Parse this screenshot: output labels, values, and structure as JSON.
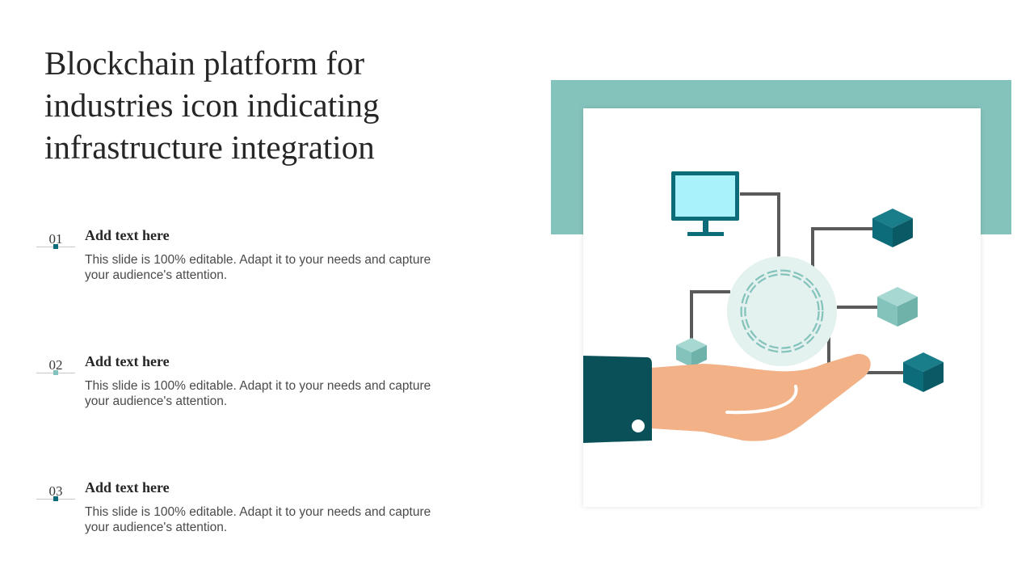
{
  "slide": {
    "title": "Blockchain platform for industries icon indicating infrastructure integration"
  },
  "items": [
    {
      "number": "01",
      "heading": "Add text here",
      "body": "This slide is 100% editable. Adapt it to your needs and capture your audience's attention.",
      "dot_color": "#0d6c7a"
    },
    {
      "number": "02",
      "heading": "Add text here",
      "body": "This slide is 100% editable. Adapt it to your needs and capture your audience's attention.",
      "dot_color": "#84c3bb"
    },
    {
      "number": "03",
      "heading": "Add text here",
      "body": "This slide is 100% editable. Adapt it to your needs and capture your audience's attention.",
      "dot_color": "#0d6c7a"
    }
  ],
  "colors": {
    "accent_teal": "#84c3bb",
    "dark_teal": "#0d6c7a",
    "monitor_screen": "#a9f1fb",
    "hand": "#f2b186",
    "sleeve": "#0a5058",
    "connector": "#5a5a5a"
  },
  "icons": [
    "monitor-icon",
    "blockchain-ring-icon",
    "cube-icon",
    "hand-icon"
  ]
}
